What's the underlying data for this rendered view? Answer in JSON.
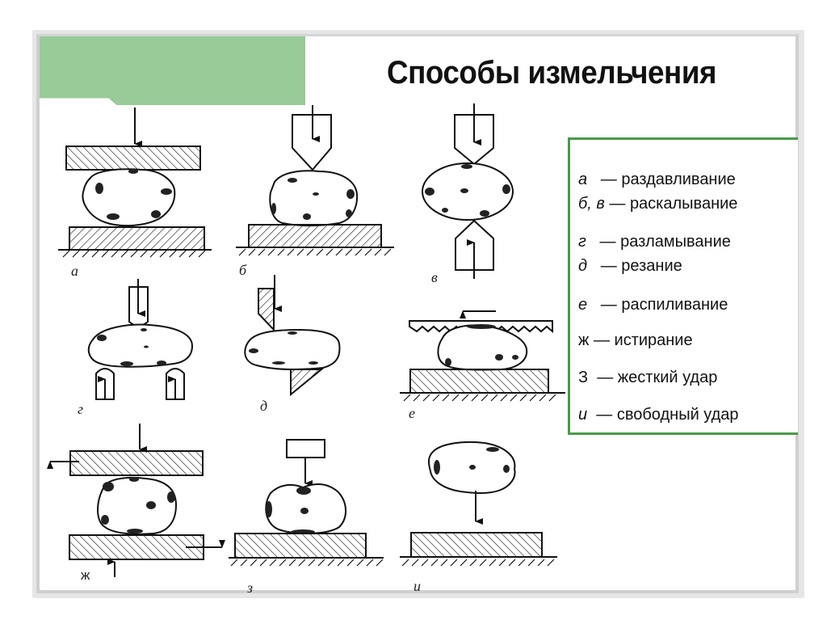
{
  "slide": {
    "title": "Способы измельчения",
    "accent_color": "#98cb98",
    "legend_border_color": "#4a9a4a"
  },
  "legend": {
    "items": [
      {
        "key": "а",
        "sep": "—",
        "text": "раздавливание"
      },
      {
        "key": "б, в",
        "sep": "—",
        "text": "раскалывание"
      },
      {
        "key": "г",
        "sep": "—",
        "text": "разламывание"
      },
      {
        "key": "д",
        "sep": "—",
        "text": "резание"
      },
      {
        "key": "е",
        "sep": "—",
        "text": "распиливание"
      },
      {
        "key": "ж",
        "sep": "—",
        "text": "истирание"
      },
      {
        "key": "З",
        "sep": "—",
        "text": "жесткий удар"
      },
      {
        "key": "и",
        "sep": "—",
        "text": "свободный удар"
      }
    ]
  },
  "diagrams": {
    "labels": {
      "a": "а",
      "b": "б",
      "v": "в",
      "g": "г",
      "d": "д",
      "e": "е",
      "zh": "ж",
      "z": "з",
      "i": "и"
    }
  }
}
